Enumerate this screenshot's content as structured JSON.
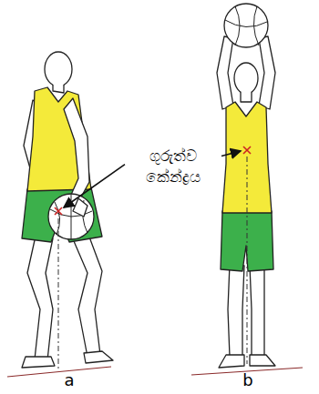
{
  "diagram": {
    "labels": [
      "ගුරුත්ව කේන්ද්‍රය",
      "a",
      "b"
    ]
  }
}
